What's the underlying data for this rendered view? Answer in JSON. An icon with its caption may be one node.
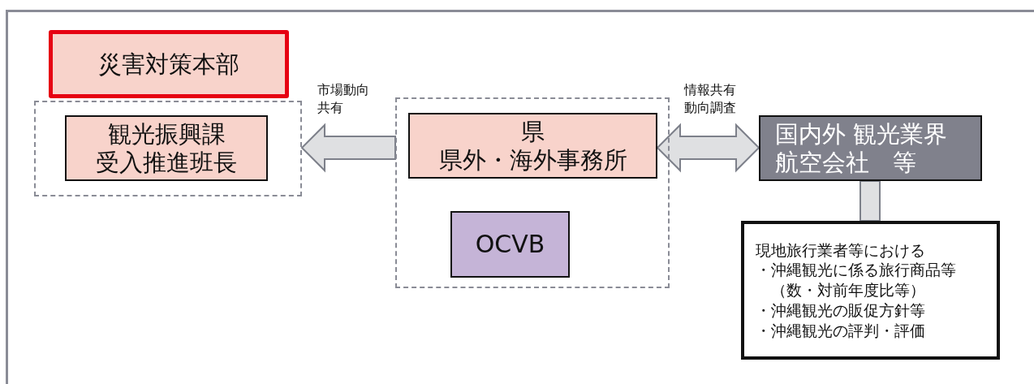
{
  "diagram": {
    "nodes": [
      {
        "text": [],
        "shape": "box"
      },
      {
        "text": [
          "災害対策本部"
        ]
      },
      {
        "text": [
          "観光振興課",
          "受入推進班長"
        ],
        "in": 0
      },
      {
        "text": [],
        "shape": "box"
      },
      {
        "text": [
          "県",
          "県外・海外事務所"
        ],
        "in": 3
      },
      {
        "text": [
          "OCVB"
        ],
        "in": 3
      },
      {
        "text": [
          "国内外 観光業界",
          "航空会社　等"
        ]
      },
      {
        "text": [
          "現地旅行業者等における",
          "・沖縄観光に係る旅行商品等（数・対前年度比等）",
          "・沖縄観光の販促方針等",
          "・沖縄観光の評判・評価"
        ]
      }
    ],
    "edges": [
      {
        "from": 3,
        "to": 0,
        "arrow": "to",
        "label": "市場動向共有",
        "style": "thick"
      },
      {
        "from": 4,
        "to": 6,
        "arrow": "both",
        "label": "情報共有動向調査",
        "style": "thick"
      },
      {
        "from": 6,
        "to": 7,
        "arrow": "none",
        "style": "thick"
      }
    ]
  }
}
